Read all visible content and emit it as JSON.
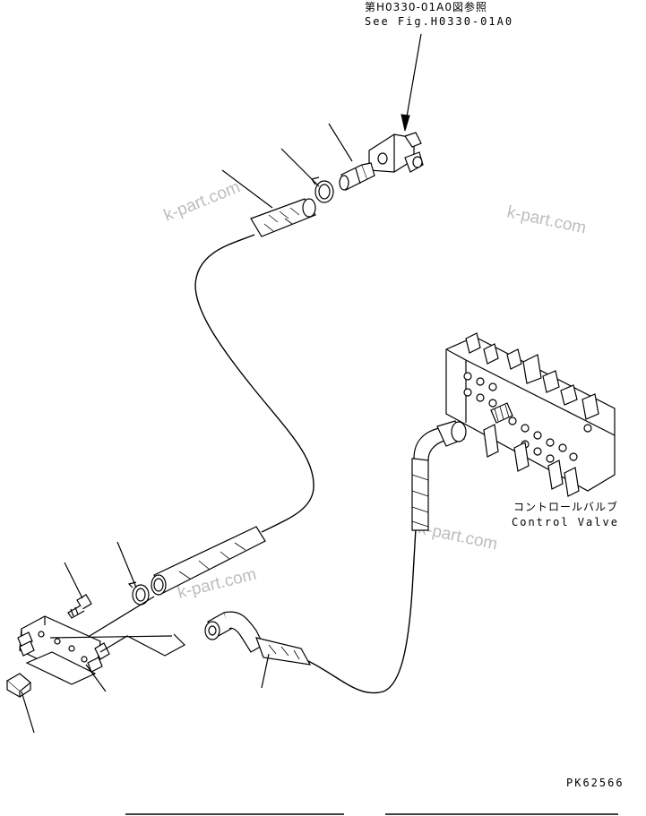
{
  "diagram": {
    "reference_jp": "第H0330-01A0図参照",
    "reference_en": "See Fig.H0330-01A0",
    "control_valve_jp": "コントロールバルブ",
    "control_valve_en": "Control Valve",
    "figure_code": "PK62566",
    "watermarks": [
      "k-part.com",
      "k-part.com",
      "k-part.com",
      "k-part.com"
    ]
  }
}
